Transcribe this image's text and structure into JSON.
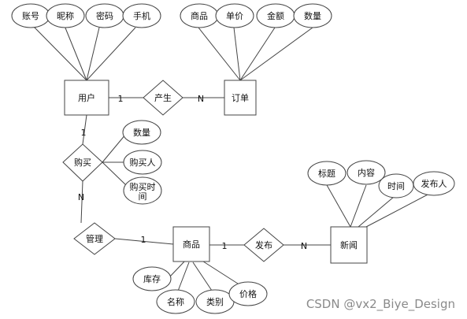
{
  "entities": {
    "user": "用户",
    "order": "订单",
    "goods": "商品",
    "news": "新闻"
  },
  "relations": {
    "produce": "产生",
    "buy": "购买",
    "manage": "管理",
    "publish": "发布"
  },
  "attributes": {
    "user_account": "账号",
    "user_nickname": "昵称",
    "user_password": "密码",
    "user_phone": "手机",
    "order_goods": "商品",
    "order_price": "单价",
    "order_amount": "金额",
    "order_quantity": "数量",
    "buy_quantity": "数量",
    "buy_buyer": "购买人",
    "buy_time_line1": "购买时",
    "buy_time_line2": "间",
    "news_title": "标题",
    "news_content": "内容",
    "news_time": "时间",
    "news_publisher": "发布人",
    "goods_stock": "库存",
    "goods_name": "名称",
    "goods_category": "类别",
    "goods_price": "价格"
  },
  "cardinality": {
    "user_produce": "1",
    "produce_order": "N",
    "user_buy": "1",
    "buy_goods": "N",
    "manage_goods": "1",
    "goods_publish": "1",
    "publish_news": "N"
  },
  "watermark": "CSDN @vx2_Biye_Design"
}
